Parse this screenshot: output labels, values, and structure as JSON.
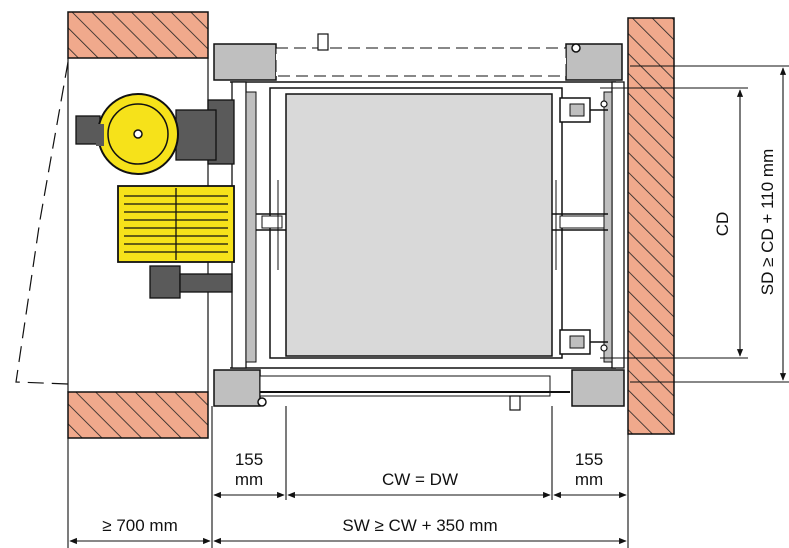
{
  "labels": {
    "left_offset": "≥ 700 mm",
    "left_clearance_value": "155",
    "left_clearance_unit": "mm",
    "right_clearance_value": "155",
    "right_clearance_unit": "mm",
    "cabin_width": "CW = DW",
    "shaft_width": "SW ≥ CW + 350 mm",
    "cabin_depth": "CD",
    "shaft_depth": "SD ≥ CD + 110 mm"
  },
  "colors": {
    "wall_fill": "#f0a98c",
    "cabin_fill": "#d9d9d9",
    "frame_fill": "#bfbfbf",
    "motor_yellow": "#f6e21a",
    "motor_dark": "#5a5a5a",
    "line": "#111111"
  }
}
